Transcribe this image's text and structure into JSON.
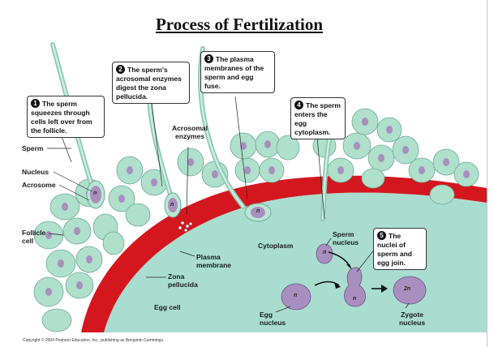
{
  "title": "Process of Fertilization",
  "steps": [
    {
      "num": "1",
      "text": "The sperm squeezes through cells left over from the follicle."
    },
    {
      "num": "2",
      "text": "The sperm's acrosomal enzymes digest the zona pellucida."
    },
    {
      "num": "3",
      "text": "The plasma membranes of the sperm and egg fuse."
    },
    {
      "num": "4",
      "text": "The sperm enters the egg cytoplasm."
    },
    {
      "num": "5",
      "text": "The nuclei of sperm and egg join."
    }
  ],
  "labels": {
    "sperm": "Sperm",
    "nucleus": "Nucleus",
    "acrosome": "Acrosome",
    "follicle_cell": "Follicle cell",
    "acrosomal_enzymes": "Acrosomal enzymes",
    "plasma_membrane": "Plasma membrane",
    "zona_pellucida": "Zona pellucida",
    "cytoplasm": "Cytoplasm",
    "egg_cell": "Egg cell",
    "sperm_nucleus": "Sperm nucleus",
    "egg_nucleus": "Egg nucleus",
    "zygote_nucleus": "Zygote nucleus"
  },
  "nucleus_symbols": {
    "haploid": "n",
    "diploid": "2n"
  },
  "copyright": "Copyright © 2004 Pearson Education, Inc., publishing as Benjamin Cummings.",
  "colors": {
    "cytoplasm": "#a9ddd0",
    "zona": "#d4171e",
    "cell": "#aee0cc",
    "nucleus": "#a88fbf",
    "sperm": "#b8e6d2"
  }
}
